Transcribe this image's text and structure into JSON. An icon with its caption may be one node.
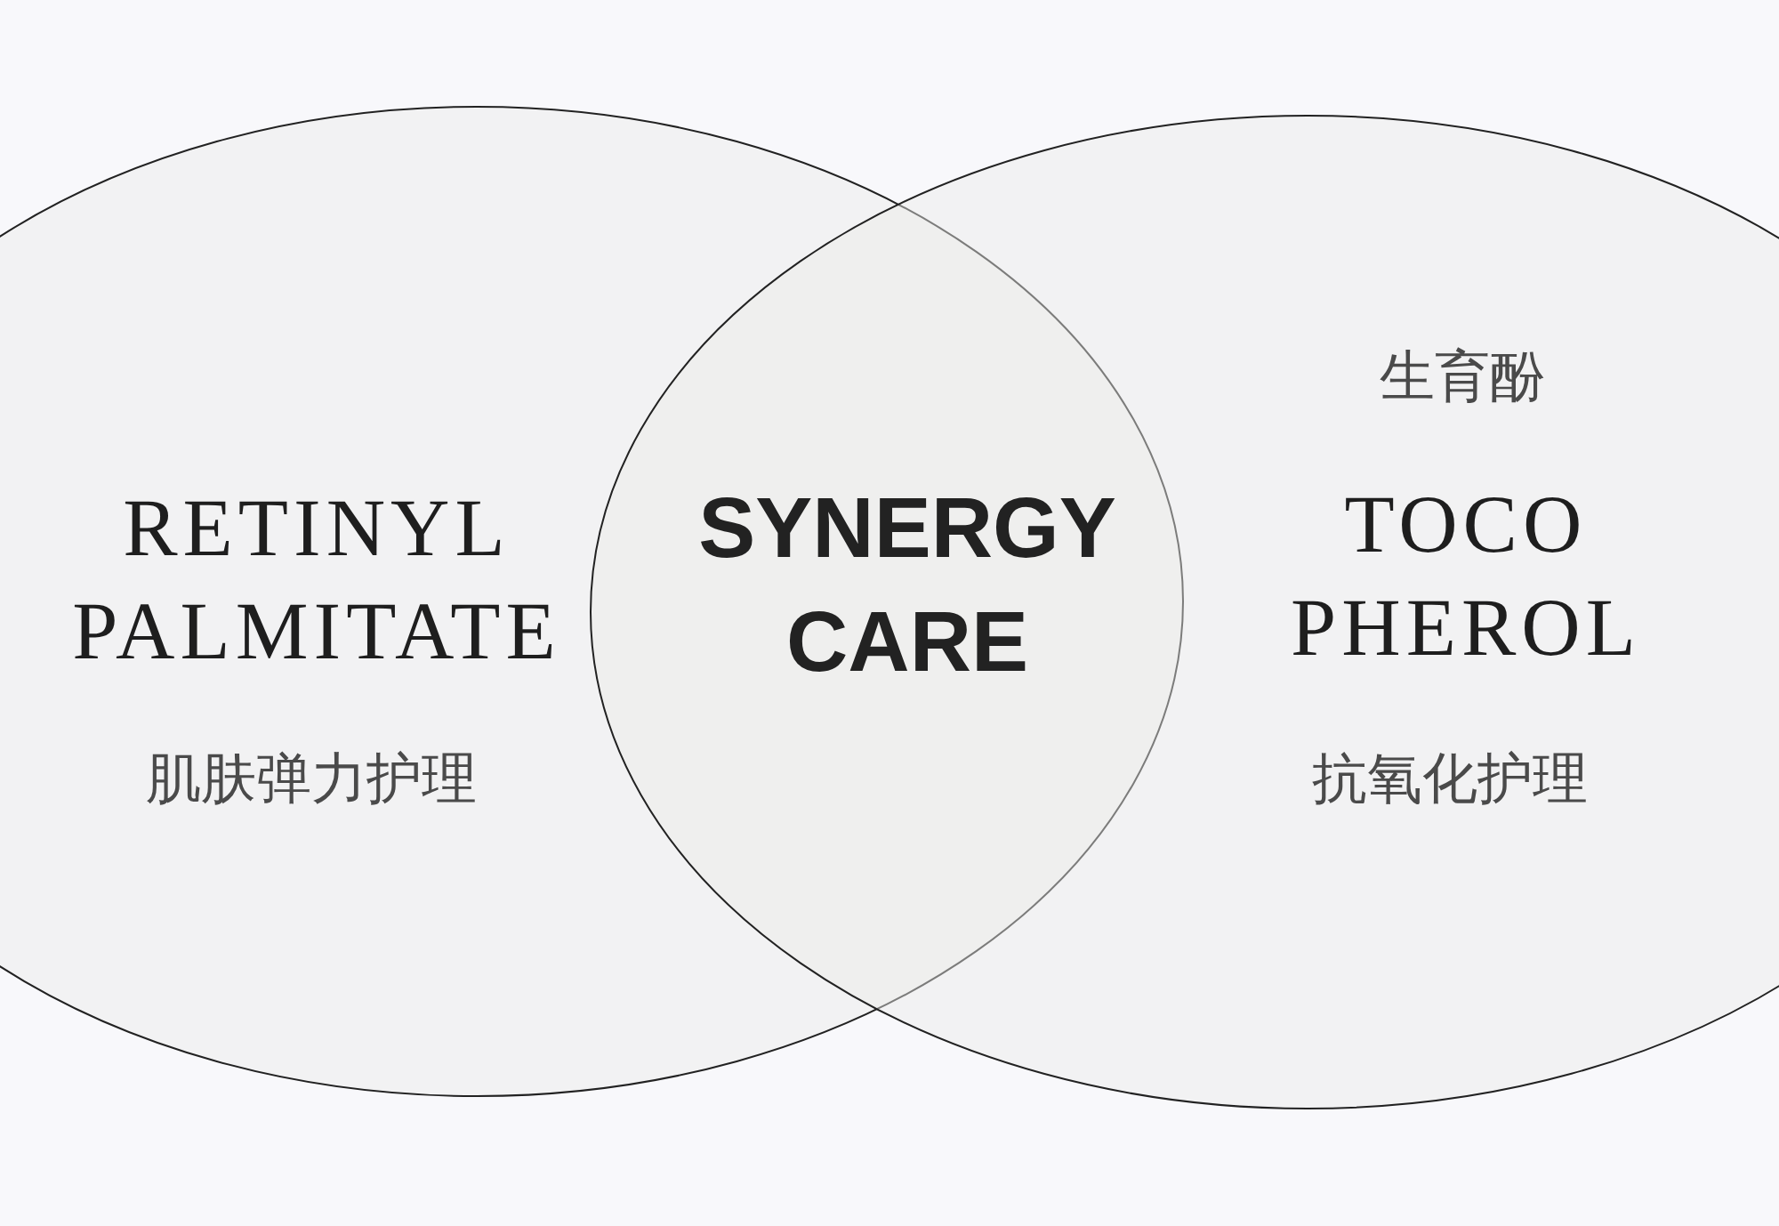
{
  "diagram": {
    "nodes": [
      {
        "text": [
          "RETINYL PALMITATE",
          "肌肤弹力护理"
        ]
      },
      {
        "text": [
          "生育酚",
          "TOCO PHEROL",
          "抗氧化护理"
        ]
      }
    ],
    "labels": [
      "SYNERGY CARE"
    ]
  }
}
